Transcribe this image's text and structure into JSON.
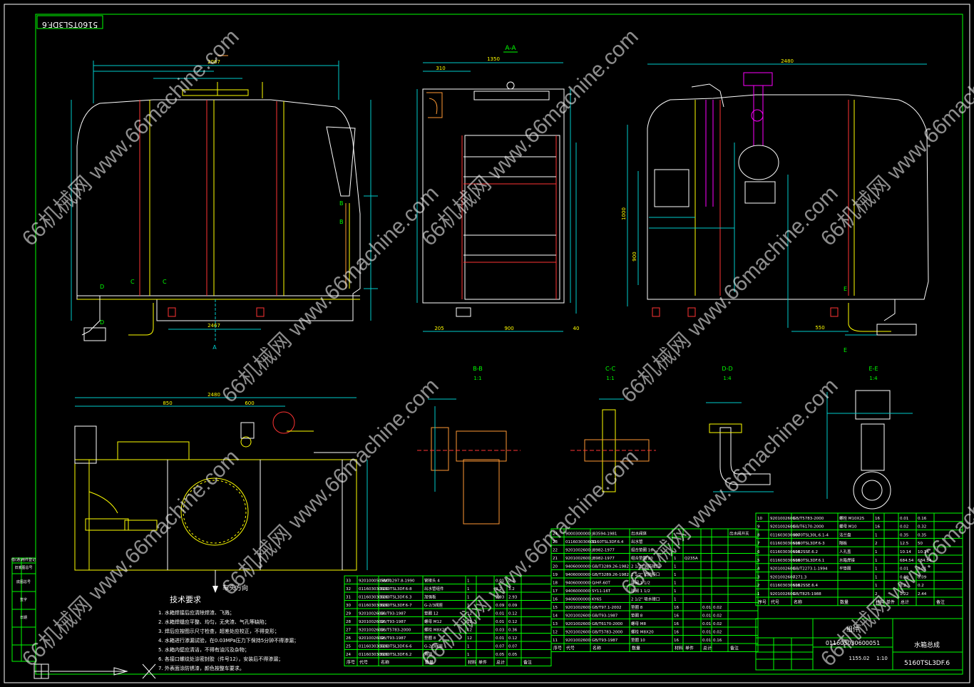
{
  "drawing_no_stamp": "5160TSL3DF.6",
  "section_labels": {
    "aa": "A-A",
    "bb": "B-B",
    "bb_scale": "1:1",
    "cc": "C-C",
    "cc_scale": "1:1",
    "dd": "D-D",
    "dd_scale": "1:4",
    "ee": "E-E",
    "ee_scale": "1:4"
  },
  "view_markers": {
    "a_bottom": "A",
    "b1": "B",
    "b2": "B",
    "c1": "C",
    "c2": "C",
    "d1": "D",
    "d2": "D",
    "e1": "E",
    "e2": "E"
  },
  "dimensions": {
    "front_top": "2067",
    "front_bottom": "2467",
    "aa_top": "1350",
    "aa_left": "310",
    "aa_bottom": "900",
    "aa_b_left": "205",
    "aa_b_right": "40",
    "side_top": "2480",
    "side_a": "900",
    "side_b": "1000",
    "side_c": "550",
    "plan_top": "2480",
    "plan_a": "850",
    "plan_b": "600"
  },
  "driving_direction": "车头方向",
  "tech_requirements": {
    "title": "技术要求",
    "lines": [
      "1. 水箱焊接后应清除焊渣、飞溅；",
      "2. 水箱焊缝应平整、均匀，无夹渣、气孔等缺陷；",
      "3. 焊后应按图示尺寸检查，超差处应校正，不得变形；",
      "4. 水箱进行渗漏试验，在0.03MPa压力下保持5分钟不得渗漏；",
      "5. 水箱内壁应清洁，不得有油污及杂物；",
      "6. 各接口螺纹处涂密封胶（件号12），安装后不得渗漏；",
      "7. 外表面涂防锈漆，颜色按整车要求。"
    ]
  },
  "bom_header": [
    "序号",
    "代号",
    "名称",
    "数量",
    "材料",
    "单件",
    "总计",
    "备注"
  ],
  "bom_left": [
    [
      "33",
      "9201000505N00",
      "GB/T1297.8-1990",
      "管接头 4",
      "1",
      "",
      "0.01",
      "0.1",
      ""
    ],
    [
      "32",
      "011603030600",
      "5160TSL3DF.6-8",
      "出水管组件",
      "1",
      "",
      "3.2",
      "3.2",
      ""
    ],
    [
      "31",
      "011603030600",
      "5160TSL3DF.6.3",
      "加强板",
      "1",
      "",
      "2.93",
      "2.93",
      ""
    ],
    [
      "30",
      "011603030600",
      "5160TSL3DF.6-7",
      "G-2/3阀座",
      "1",
      "",
      "0.09",
      "0.09",
      ""
    ],
    [
      "29",
      "9201002600",
      "GB/T93-1987",
      "垫圈 12",
      "12",
      "",
      "0.01",
      "0.12",
      ""
    ],
    [
      "28",
      "9201002600",
      "GB/T93-1987",
      "螺母 M12",
      "12",
      "",
      "0.01",
      "0.12",
      ""
    ],
    [
      "27",
      "9201002600",
      "GB/T5783-2000",
      "螺栓 M8X25",
      "12",
      "",
      "0.03",
      "0.36",
      ""
    ],
    [
      "26",
      "9201002600",
      "GB/T93-1987",
      "垫圈 8",
      "12",
      "",
      "0.01",
      "0.12",
      ""
    ],
    [
      "25",
      "011603030600",
      "5160TSL3DF.6-6",
      "G-2/3阀座",
      "1",
      "",
      "0.07",
      "0.07",
      ""
    ],
    [
      "24",
      "011603030600",
      "5160TSL3DF.6.2",
      "角钢",
      "1",
      "",
      "0.05",
      "0.05",
      ""
    ]
  ],
  "bom_mid": [
    [
      "24",
      "9000300000",
      "JB3594-1981",
      "出水阀体",
      "",
      "",
      "",
      "",
      "出水阀开关"
    ],
    [
      "23",
      "011603030600",
      "5160TSL3DF.6.4",
      "出水管",
      "",
      "",
      "",
      "",
      ""
    ],
    [
      "22",
      "9201002600",
      "JB982-1977",
      "组合垫圈 16",
      "",
      "",
      "",
      "",
      ""
    ],
    [
      "21",
      "9201002600",
      "JB982-1977",
      "组合垫圈 20",
      "1",
      "Q235A",
      "",
      "",
      ""
    ],
    [
      "20",
      "9406000000",
      "GB/T3289.26-1982",
      "2 1/2\" 消防接口",
      "1",
      "",
      "",
      "",
      ""
    ],
    [
      "19",
      "9406000000",
      "GB/T3289.26-1982",
      "2 1/2\" 消防接口",
      "1",
      "",
      "",
      "",
      ""
    ],
    [
      "18",
      "9406000000",
      "Q/HF-60T",
      "球阀 1 1/2",
      "1",
      "",
      "",
      "",
      ""
    ],
    [
      "17",
      "9406000000",
      "SY11-16T",
      "球阀 1 1/2",
      "1",
      "",
      "",
      "",
      ""
    ],
    [
      "16",
      "9406000000",
      "KY65",
      "2 1/2\" 吸水接口",
      "1",
      "",
      "",
      "",
      ""
    ],
    [
      "15",
      "9201002600",
      "GB/T97.1-2002",
      "垫圈 8",
      "16",
      "",
      "0.01",
      "0.02",
      ""
    ],
    [
      "14",
      "9201002600",
      "GB/T93-1987",
      "垫圈 8",
      "16",
      "",
      "0.01",
      "0.02",
      ""
    ],
    [
      "13",
      "9201002600",
      "GB/T6170-2000",
      "螺母 M8",
      "16",
      "",
      "0.01",
      "0.02",
      ""
    ],
    [
      "12",
      "9201002600",
      "GB/T5783-2000",
      "螺栓 M8X20",
      "16",
      "",
      "0.01",
      "0.02",
      ""
    ],
    [
      "11",
      "9201002600",
      "GB/T93-1987",
      "垫圈 10",
      "16",
      "",
      "0.01",
      "0.16",
      ""
    ]
  ],
  "bom_right": [
    [
      "10",
      "9201002600",
      "GB/T5783-2000",
      "螺栓 M10X25",
      "16",
      "",
      "0.01",
      "0.16",
      ""
    ],
    [
      "9",
      "9201002600",
      "GB/T6170-2000",
      "螺母 M10",
      "16",
      "",
      "0.02",
      "0.32",
      ""
    ],
    [
      "8",
      "011603030600",
      "3070TSL30L.6.1-4",
      "法兰盘",
      "1",
      "",
      "0.35",
      "0.35",
      ""
    ],
    [
      "7",
      "011603030600",
      "5160TSL3DF.6-3",
      "隔板",
      "2",
      "",
      "12.5",
      "50",
      ""
    ],
    [
      "6",
      "011603030600",
      "5162SSE.6.2",
      "人孔盖",
      "1",
      "",
      "10.14",
      "10.14",
      ""
    ],
    [
      "5",
      "011603030600",
      "5160TSL3DF.6.1",
      "水箱焊接",
      "1",
      "",
      "684.54",
      "684.54",
      ""
    ],
    [
      "4",
      "9201002600",
      "GB/T2273.1-1994",
      "平垫圈",
      "1",
      "",
      "0.01",
      "0.01",
      ""
    ],
    [
      "3",
      "9201002600",
      "7271.3",
      "",
      "1",
      "",
      "0.09",
      "0.09",
      ""
    ],
    [
      "2",
      "011603030600",
      "5162SSE.6.4",
      "",
      "1",
      "",
      "0.2",
      "0.2",
      ""
    ],
    [
      "1",
      "9201002600",
      "GB/T825-1988",
      "",
      "2",
      "",
      "1.22",
      "2.44",
      ""
    ]
  ],
  "title_block": {
    "assembly": "组件",
    "part_no": "011603030600051",
    "name": "水箱总成",
    "drawing_no": "5160TSL3DF.6",
    "weight": "1155.02",
    "scale": "1:10"
  },
  "left_strip": [
    "借(通)用件登记",
    "旧底图总号",
    "底图总号",
    "签字",
    "日期"
  ],
  "watermarks": [
    "66机械网 www.66machine.com"
  ],
  "colors": {
    "background": "#000000",
    "frame": "#ffffff",
    "outline": "#ffffff",
    "dimension": "#00cccc",
    "table": "#00ff00",
    "part_yellow": "#ffff00",
    "part_red": "#ff3333",
    "part_magenta": "#ff00ff",
    "hatch_orange": "#ff9933"
  }
}
